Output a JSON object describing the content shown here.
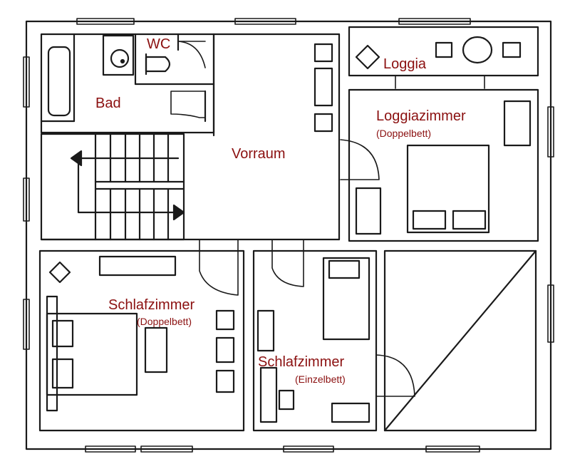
{
  "rooms": {
    "wc": "WC",
    "bad": "Bad",
    "loggia": "Loggia",
    "vorraum": "Vorraum",
    "loggiazimmer": "Loggiazimmer",
    "loggiazimmer_note": "(Doppelbett)",
    "schlafzimmer_1": "Schlafzimmer",
    "schlafzimmer_1_note": "(Doppelbett)",
    "schlafzimmer_2": "Schlafzimmer",
    "schlafzimmer_2_note": "(Einzelbett)"
  },
  "colors": {
    "label": "#8b1010",
    "line": "#1a1a1a",
    "background": "#ffffff"
  }
}
